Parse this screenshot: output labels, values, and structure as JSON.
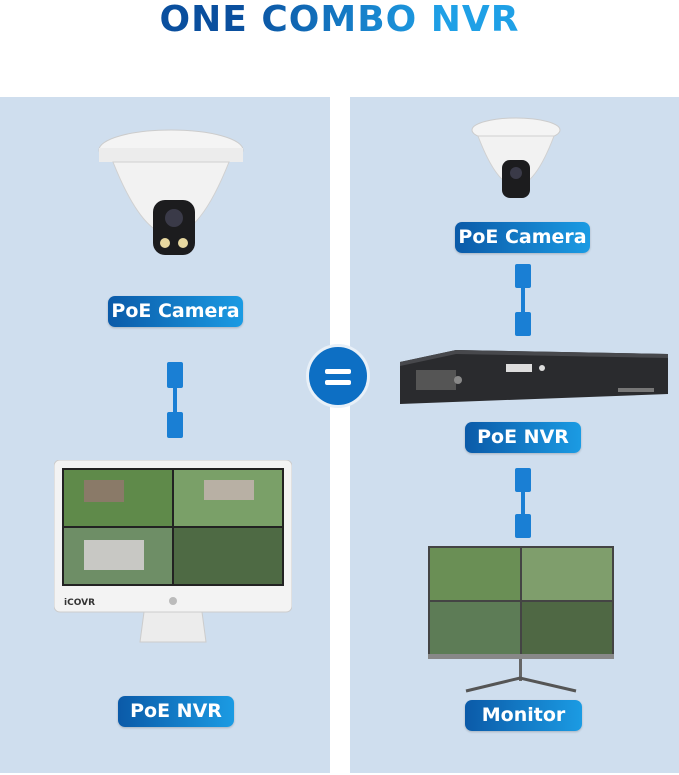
{
  "title": "ONE COMBO NVR",
  "left_panel": {
    "camera_label": "PoE Camera",
    "nvr_label": "PoE NVR",
    "monitor_brand": "iCOVR"
  },
  "right_panel": {
    "camera_label": "PoE Camera",
    "nvr_label": "PoE NVR",
    "monitor_label": "Monitor"
  },
  "equals_icon": "equals-icon",
  "colors": {
    "panel": "#cfdeee",
    "label_start": "#0b5aa8",
    "label_end": "#1b9be3",
    "title_dark": "#0a4f9e",
    "title_light": "#1fa0e6"
  }
}
